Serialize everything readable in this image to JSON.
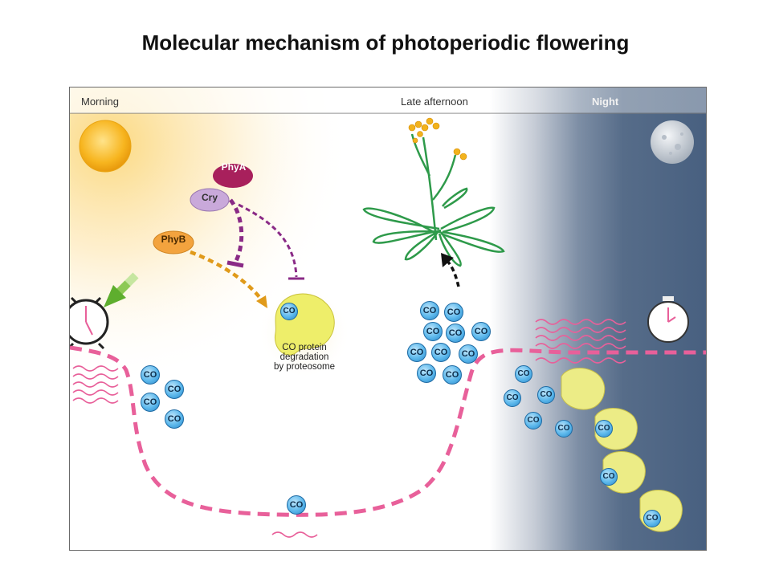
{
  "title": "Molecular mechanism of photoperiodic flowering",
  "header": {
    "morning": "Morning",
    "late_afternoon": "Late afternoon",
    "night": "Night"
  },
  "photoreceptors": {
    "phya": "PhyA",
    "cry": "Cry",
    "phyb": "PhyB"
  },
  "degradation": {
    "co_label": "CO",
    "line1": "CO protein",
    "line2": "degradation",
    "line3": "by proteosome"
  },
  "co_label": "CO",
  "colors": {
    "phya": "#a8205c",
    "cry": "#c7a8d6",
    "phyb": "#f2a63a",
    "co_curve": "#e8609a",
    "inhibition": "#8a2a86",
    "phyb_arrow": "#e09a1a",
    "night": "#4e6582",
    "co_protein": "#4aa8e0",
    "proteasome": "#ecec86"
  }
}
